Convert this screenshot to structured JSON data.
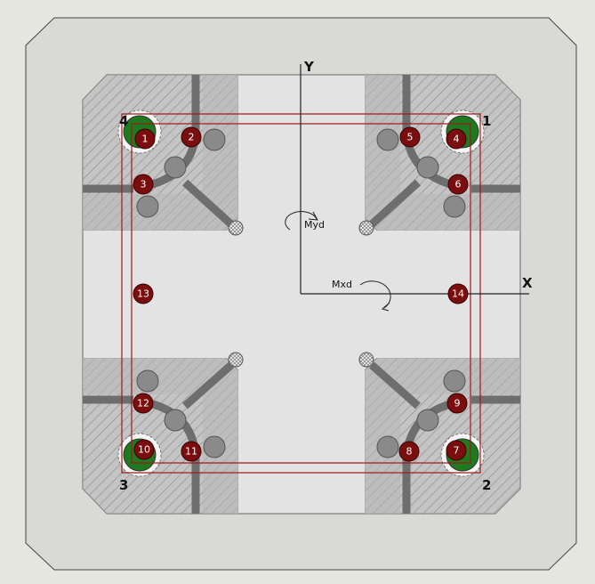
{
  "axes": {
    "x_label": "X",
    "y_label": "Y"
  },
  "moments": {
    "mxd": "Mxd",
    "myd": "Myd"
  },
  "corner_labels": [
    "1",
    "2",
    "3",
    "4"
  ],
  "rebars": [
    "1",
    "2",
    "3",
    "4",
    "5",
    "6",
    "7",
    "8",
    "9",
    "10",
    "11",
    "12",
    "13",
    "14"
  ],
  "colors": {
    "background": "#e6e6e1",
    "column": "#d9d9d6",
    "inner": "#e3e3e3",
    "rebar": "#7a0e0e",
    "green_bar": "#1f7a1f",
    "outline": "#9c1a1a",
    "dark_gray": "#6e6e6e",
    "circle_gray": "#8a8a8a"
  }
}
